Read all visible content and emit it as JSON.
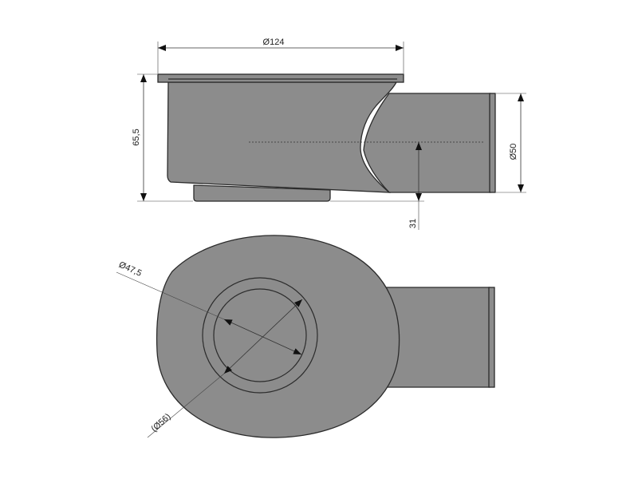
{
  "colors": {
    "body": "#8c8c8c",
    "outline": "#2b2b2b",
    "dimension": "#333333"
  },
  "side_view": {
    "diameter_top": "Ø124",
    "height": "65,5",
    "outlet_diameter": "Ø50",
    "outlet_height": "31"
  },
  "top_view": {
    "inner_diameter": "Ø47,5",
    "outer_diameter": "(Ø56)"
  }
}
